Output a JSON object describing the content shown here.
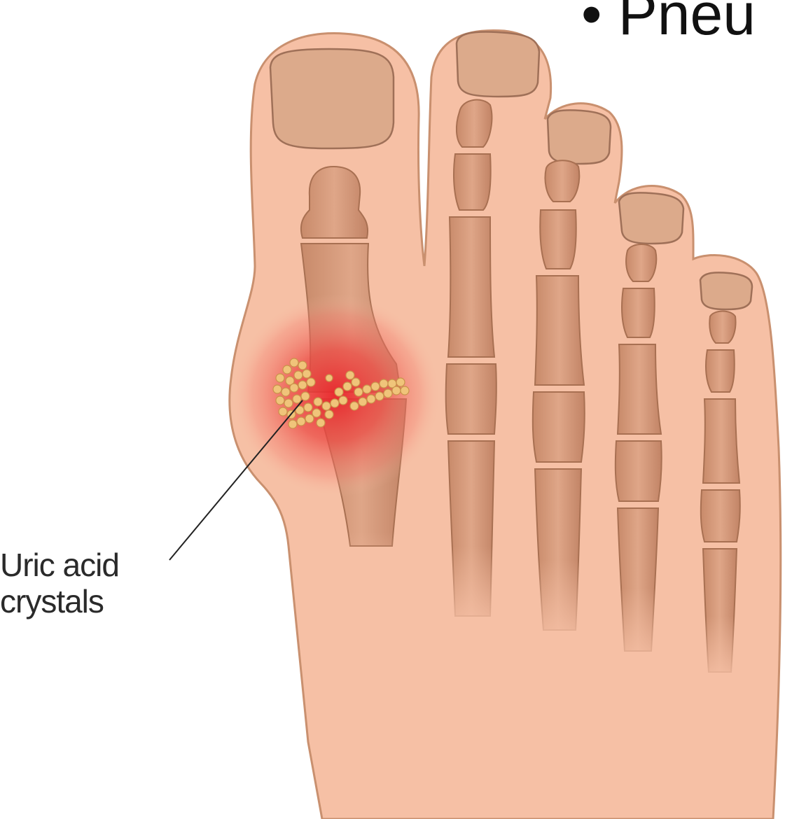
{
  "bullet": {
    "marker": "•",
    "text": "Pneu"
  },
  "callout": {
    "line1": "Uric acid",
    "line2": "crystals"
  },
  "colors": {
    "skin": "#f6c0a5",
    "skin_outline": "#c9906f",
    "nail": "#dcaa8b",
    "bone": "#d4997a",
    "bone_dark": "#b8805f",
    "inflammation": "#e8342c",
    "crystal": "#f0c47a",
    "background": "#ffffff"
  }
}
